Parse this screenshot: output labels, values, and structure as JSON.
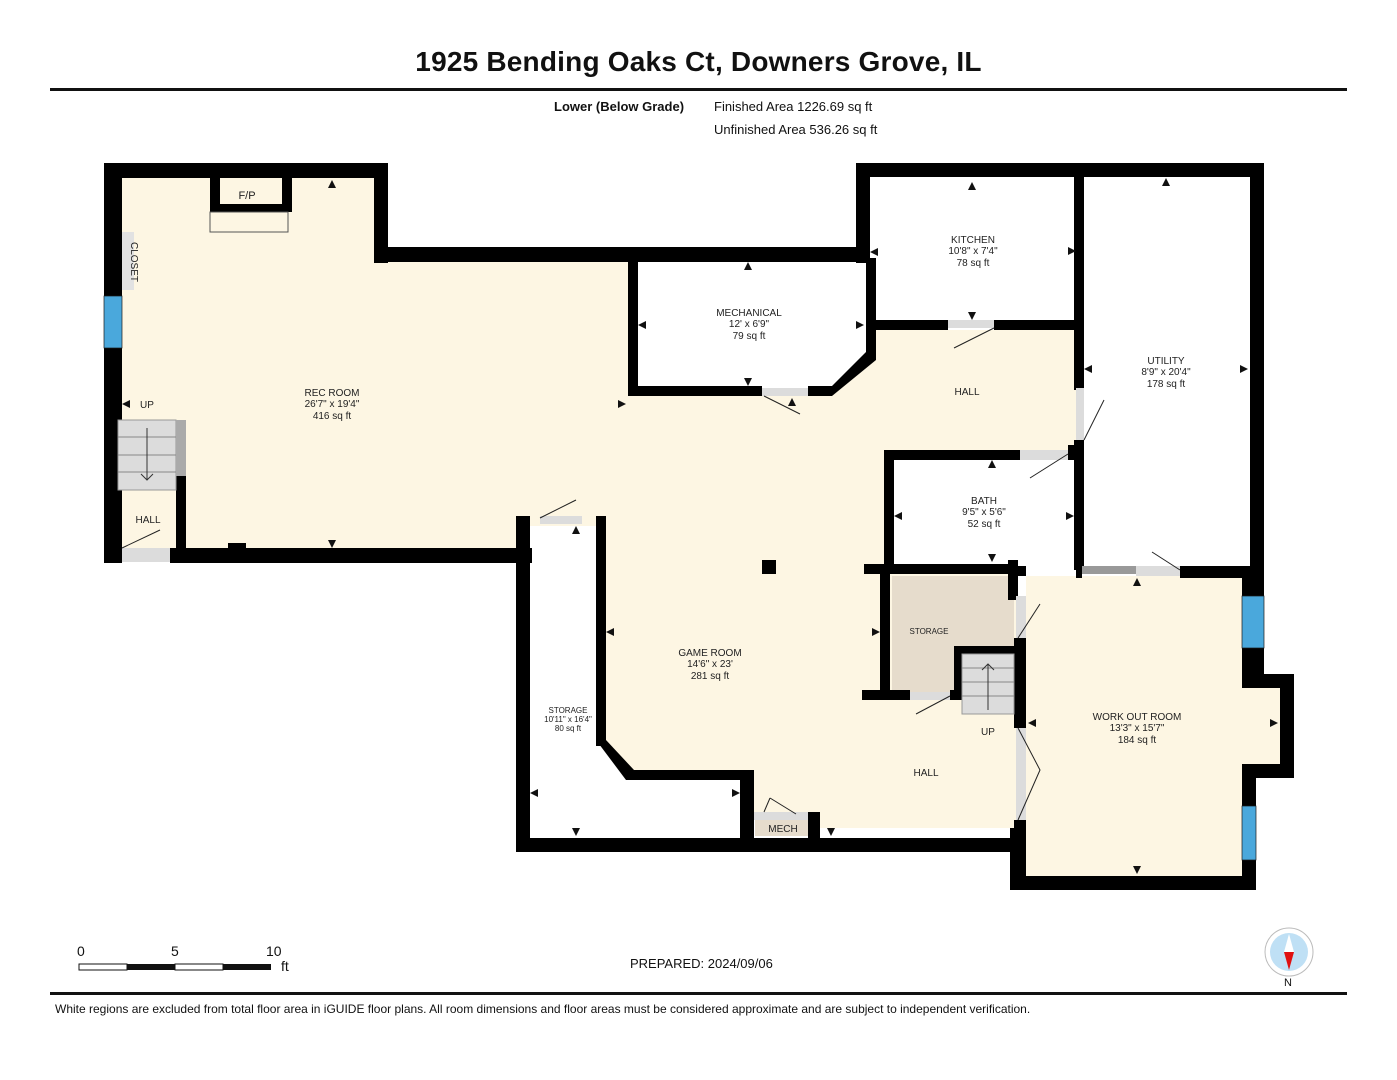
{
  "header": {
    "title": "1925 Bending Oaks Ct, Downers Grove, IL",
    "level": "Lower (Below Grade)",
    "finished_area": "Finished Area 1226.69 sq ft",
    "unfinished_area": "Unfinished Area 536.26 sq ft"
  },
  "rooms": {
    "rec_room": {
      "name": "REC ROOM",
      "dims": "26'7\" x 19'4\"",
      "area": "416 sq ft"
    },
    "mechanical": {
      "name": "MECHANICAL",
      "dims": "12' x 6'9\"",
      "area": "79 sq ft"
    },
    "kitchen": {
      "name": "KITCHEN",
      "dims": "10'8\" x 7'4\"",
      "area": "78 sq ft"
    },
    "utility": {
      "name": "UTILITY",
      "dims": "8'9\" x 20'4\"",
      "area": "178 sq ft"
    },
    "bath": {
      "name": "BATH",
      "dims": "9'5\" x 5'6\"",
      "area": "52 sq ft"
    },
    "game_room": {
      "name": "GAME ROOM",
      "dims": "14'6\" x 23'",
      "area": "281 sq ft"
    },
    "storage_left": {
      "name": "STORAGE",
      "dims": "10'11\" x 16'4\"",
      "area": "80 sq ft"
    },
    "work_out_room": {
      "name": "WORK OUT ROOM",
      "dims": "13'3\" x 15'7\"",
      "area": "184 sq ft"
    }
  },
  "labels": {
    "fireplace": "F/P",
    "closet": "CLOSET",
    "up_left": "UP",
    "hall_left": "HALL",
    "hall_upper": "HALL",
    "hall_lower": "HALL",
    "storage_small": "STORAGE",
    "up_right": "UP",
    "mech_small": "MECH"
  },
  "scale": {
    "tick0": "0",
    "tick5": "5",
    "tick10": "10",
    "unit": "ft"
  },
  "footer": {
    "prepared": "PREPARED: 2024/09/06",
    "disclaimer": "White regions are excluded from total floor area in iGUIDE floor plans. All room dimensions and floor areas must be considered approximate and are subject to independent verification.",
    "compass_label": "N"
  },
  "colors": {
    "finished_floor": "#fdf6e3",
    "unfinished_floor": "#ffffff",
    "storage_floor": "#e6dccc",
    "wall": "#000000",
    "window": "#4aa8dc",
    "stair": "#dcdcdc",
    "compass_bg": "#bfe0f5",
    "compass_needle": "#e01010"
  }
}
